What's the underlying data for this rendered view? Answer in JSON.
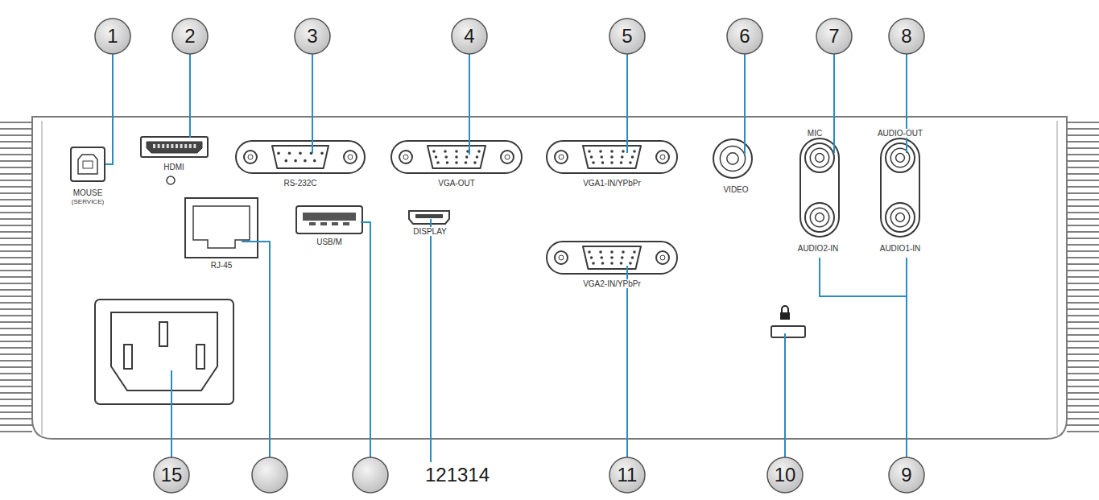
{
  "diagram": {
    "labels": [
      "1",
      "2",
      "3",
      "4",
      "5",
      "6",
      "7",
      "8",
      "MOUSE",
      "(SERVICE)",
      "HDMI",
      "RS-232C",
      "VGA-OUT",
      "VGA1-IN/YPbPr",
      "VIDEO",
      "MIC",
      "AUDIO-OUT",
      "AUDIO2-IN",
      "AUDIO1-IN",
      "RJ-45",
      "USB/M",
      "DISPLAY",
      "VGA2-IN/YPbPr",
      "15",
      "121314",
      "11",
      "10",
      "9"
    ]
  }
}
